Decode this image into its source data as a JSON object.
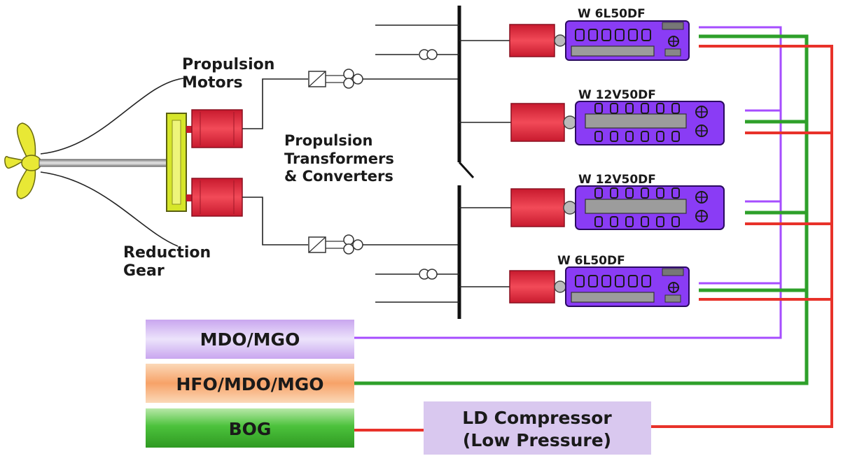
{
  "labels": {
    "propulsion_motors": [
      "Propulsion",
      "Motors"
    ],
    "reduction_gear": [
      "Reduction",
      "Gear"
    ],
    "transformers": [
      "Propulsion",
      "Transformers",
      "& Converters"
    ]
  },
  "engines": [
    {
      "label": "W 6L50DF"
    },
    {
      "label": "W 12V50DF"
    },
    {
      "label": "W 12V50DF"
    },
    {
      "label": "W 6L50DF"
    }
  ],
  "fuel_supplies": [
    {
      "label": "MDO/MGO",
      "line_color": "#a64dff"
    },
    {
      "label": "HFO/MDO/MGO",
      "line_color": "#2ea02a"
    },
    {
      "label": "BOG",
      "line_color": "#e8322a"
    }
  ],
  "compressor": {
    "lines": [
      "LD Compressor",
      "(Low Pressure)"
    ]
  },
  "colors": {
    "generator": "#e8283a",
    "engine": "#8a3cf5",
    "gear": "#d6e62a",
    "propeller": "#e8e835"
  }
}
